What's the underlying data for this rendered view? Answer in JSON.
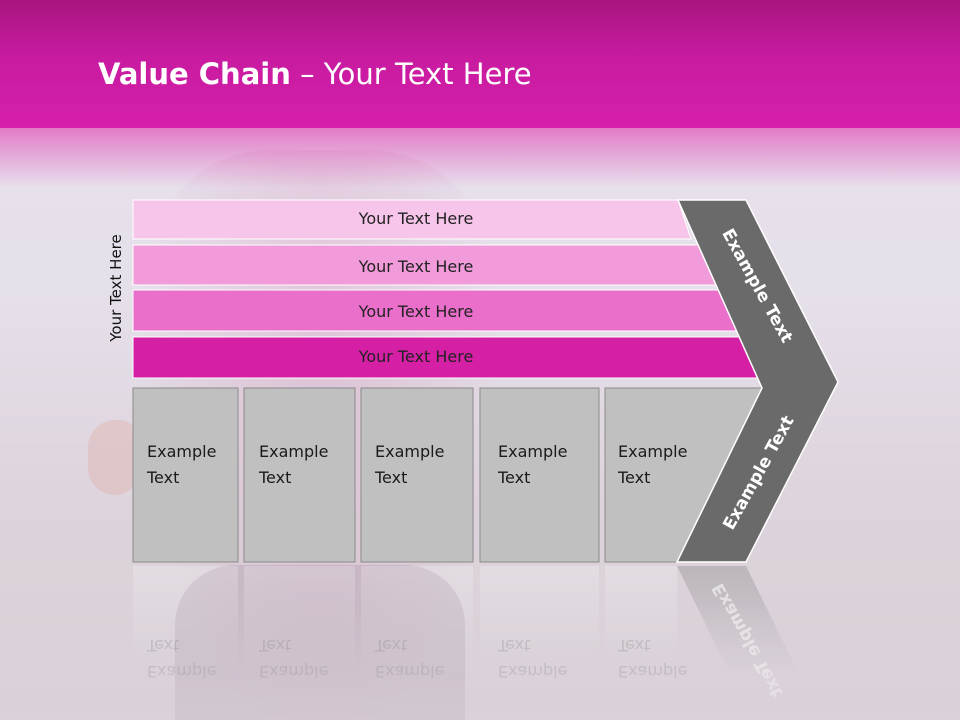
{
  "slide": {
    "title_bold": "Value Chain",
    "title_rest": " – Your Text Here",
    "side_label": "Your Text Here",
    "rows": [
      {
        "label": "Your Text Here",
        "color": "#f7c5ea"
      },
      {
        "label": "Your Text Here",
        "color": "#f29bda"
      },
      {
        "label": "Your Text Here",
        "color": "#ea6fcb"
      },
      {
        "label": "Your Text Here",
        "color": "#d51fa5"
      }
    ],
    "boxes": [
      {
        "line1": "Example",
        "line2": "Text"
      },
      {
        "line1": "Example",
        "line2": "Text"
      },
      {
        "line1": "Example",
        "line2": "Text"
      },
      {
        "line1": "Example",
        "line2": "Text"
      },
      {
        "line1": "Example",
        "line2": "Text"
      }
    ],
    "arrow_upper_label": "Example Text",
    "arrow_lower_label": "Example Text",
    "colors": {
      "header": "#d61fab",
      "box_fill": "#c0c0c0",
      "arrow_fill": "#6a6a6a"
    }
  }
}
